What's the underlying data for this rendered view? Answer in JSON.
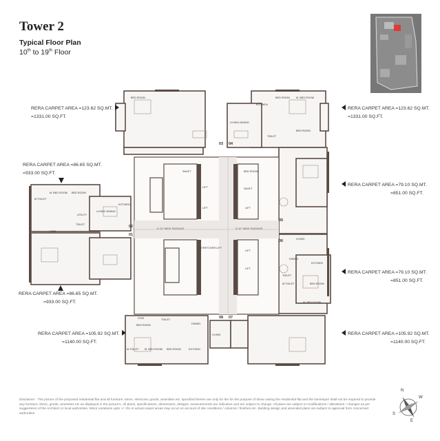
{
  "header": {
    "tower": "Tower 2",
    "plan_type": "Typical Floor Plan",
    "floor_from": "10",
    "floor_from_sup": "th",
    "floor_to_text": " to 19",
    "floor_to_sup": "th",
    "floor_suffix": " Floor"
  },
  "areas": {
    "top_left": {
      "line1": "RERA CARPET AREA =123.62 SQ.MT.",
      "line2": "=1331.00 SQ.FT."
    },
    "top_right": {
      "line1": "RERA CARPET AREA =123.62 SQ.MT.",
      "line2": "=1331.00 SQ.FT."
    },
    "mid_left_upper": {
      "line1": "RERA CARPET AREA =86.65 SQ.MT.",
      "line2": "=933.00 SQ.FT."
    },
    "mid_left_lower": {
      "line1": "RERA CARPET AREA =86.65 SQ.MT.",
      "line2": "=933.00 SQ.FT."
    },
    "mid_right_upper": {
      "line1": "RERA CARPET AREA =79.10 SQ.MT.",
      "line2": "=851.00 SQ.FT."
    },
    "mid_right_lower": {
      "line1": "RERA CARPET AREA =79.10 SQ.MT.",
      "line2": "=851.00 SQ.FT."
    },
    "bottom_left": {
      "line1": "RERA CARPET AREA =105.92 SQ.MT.",
      "line2": "=1140.00 SQ.FT."
    },
    "bottom_right": {
      "line1": "RERA CARPET AREA =105.92 SQ.MT.",
      "line2": "=1140.00 SQ.FT."
    }
  },
  "units": {
    "u01": "01",
    "u02": "02",
    "u03": "03",
    "u04": "04",
    "u05": "05",
    "u06": "06",
    "u07": "07",
    "u08": "08"
  },
  "rooms": {
    "bed": "BED ROOM",
    "mbed": "M. BED ROOM",
    "living": "LIVING",
    "living_dining": "LIVING/ DINING",
    "kitchen": "KITCHEN",
    "toilet": "TOILET",
    "mtoilet": "M.TOILET",
    "utility": "UTILITY",
    "dining": "DINING",
    "void": "VOID",
    "lift": "LIFT",
    "shaft": "SHAFT",
    "stretcher_lift": "STRETCHER LIFT",
    "passage": "6'-10\" WIDE PASSAGE"
  },
  "compass": {
    "n": "N",
    "s": "S",
    "e": "E",
    "w": "W"
  },
  "disclaimer": "Disclaimer - The picture of the proposed residential flat and all furniture, items, electronic goods, amenities etc. specified therein are only for the for the purpose of show casing the residential flat and the Developer shall not be required to provide any furniture, items, goods, amenities etc as displayed in the picture's. All plans, specifications, dimensions, designs, measurements are indicative and are subject to change. All plans are subject to modifications / alterations / changes as per suggestions of the Architect or local authorities. Minor variations upto +/- 3% in actual carpet areas may occur on account of site conditions / columns / finishes etc. Building design and amended plans are subject to approval from concerned authorities.",
  "colors": {
    "wall": "#5a4a44",
    "floor": "#f4f1ee",
    "accent": "#e03a3a"
  }
}
